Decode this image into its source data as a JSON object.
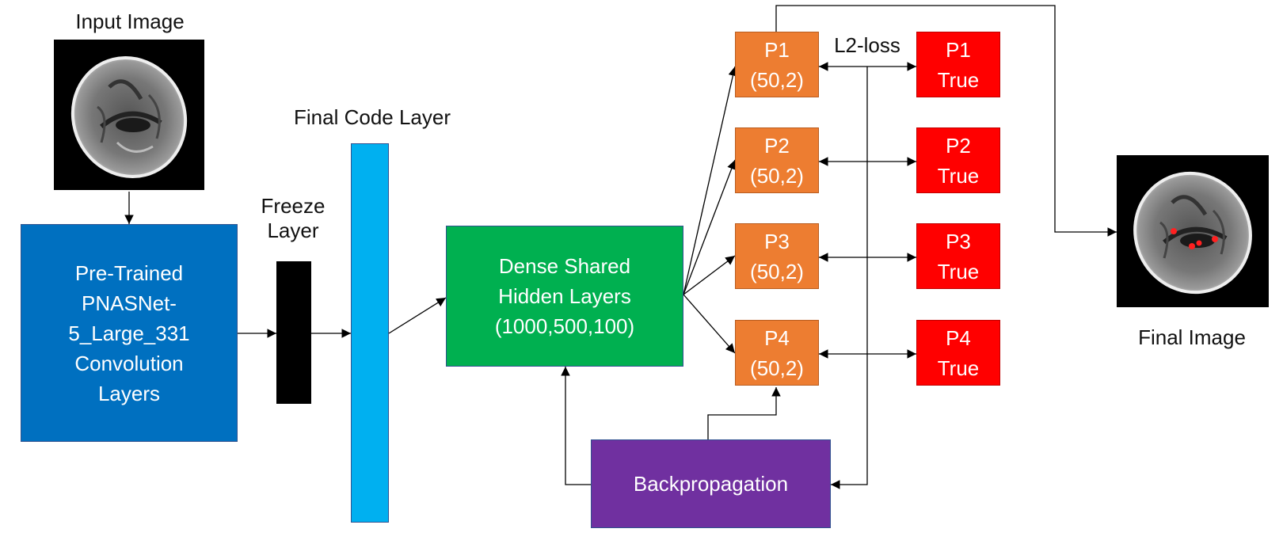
{
  "labels": {
    "input_image": "Input Image",
    "final_code_layer": "Final Code Layer",
    "freeze_layer": "Freeze\nLayer",
    "l2_loss": "L2-loss",
    "final_image": "Final Image"
  },
  "boxes": {
    "pnasnet": "Pre-Trained\nPNASNet-\n5_Large_331\nConvolution\nLayers",
    "dense": "Dense Shared\nHidden Layers\n(1000,500,100)",
    "backprop": "Backpropagation",
    "predictions": [
      {
        "name": "P1",
        "shape": "(50,2)"
      },
      {
        "name": "P2",
        "shape": "(50,2)"
      },
      {
        "name": "P3",
        "shape": "(50,2)"
      },
      {
        "name": "P4",
        "shape": "(50,2)"
      }
    ],
    "truths": [
      {
        "name": "P1",
        "sub": "True"
      },
      {
        "name": "P2",
        "sub": "True"
      },
      {
        "name": "P3",
        "sub": "True"
      },
      {
        "name": "P4",
        "sub": "True"
      }
    ]
  },
  "colors": {
    "pnasnet": "#0070C0",
    "code_layer": "#00B0F0",
    "freeze": "#000000",
    "dense": "#00B050",
    "backprop": "#7030A0",
    "prediction": "#ED7D31",
    "truth": "#FF0000"
  }
}
